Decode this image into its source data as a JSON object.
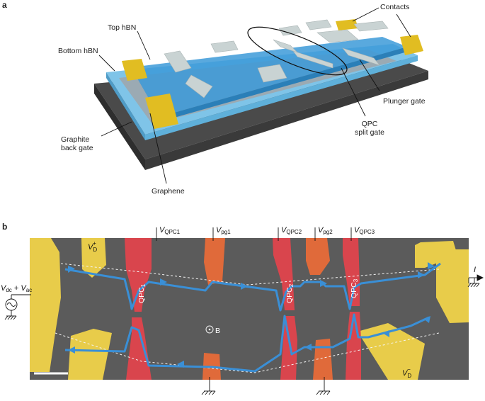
{
  "panel_a": {
    "letter": "a",
    "labels": {
      "contacts": "Contacts",
      "top_hbn": "Top hBN",
      "bottom_hbn": "Bottom hBN",
      "plunger_gate": "Plunger gate",
      "qpc_split_gate_line1": "QPC",
      "qpc_split_gate_line2": "split gate",
      "graphite_line1": "Graphite",
      "graphite_line2": "back gate",
      "graphene": "Graphene"
    }
  },
  "panel_b": {
    "letter": "b",
    "voltage_labels": {
      "qpc1": {
        "main": "V",
        "sub": "QPC1"
      },
      "pg1": {
        "main": "V",
        "sub": "pg1"
      },
      "qpc2": {
        "main": "V",
        "sub": "QPC2"
      },
      "pg2": {
        "main": "V",
        "sub": "pg2"
      },
      "qpc3": {
        "main": "V",
        "sub": "QPC3"
      }
    },
    "vd_plus": {
      "main": "V",
      "sub": "D",
      "sup": "+"
    },
    "vd_minus": {
      "main": "V",
      "sub": "D",
      "sup": "−"
    },
    "source": {
      "vdc": "V",
      "vdc_sub": "dc",
      "plus": " + ",
      "vac": "V",
      "vac_sub": "ac"
    },
    "current": "I",
    "field": "B",
    "gate_labels": {
      "qpc1": {
        "main": "QPC",
        "sub": "1"
      },
      "qpc2": {
        "main": "QPC",
        "sub": "2"
      },
      "qpc3": {
        "main": "QPC",
        "sub": "3"
      }
    },
    "colors": {
      "contact": "#e8cc4a",
      "qpc_gate": "#d9454d",
      "plunger_gate": "#e06a3a",
      "edge_channel": "#3a8fd6",
      "background": "#5b5b5b"
    }
  }
}
